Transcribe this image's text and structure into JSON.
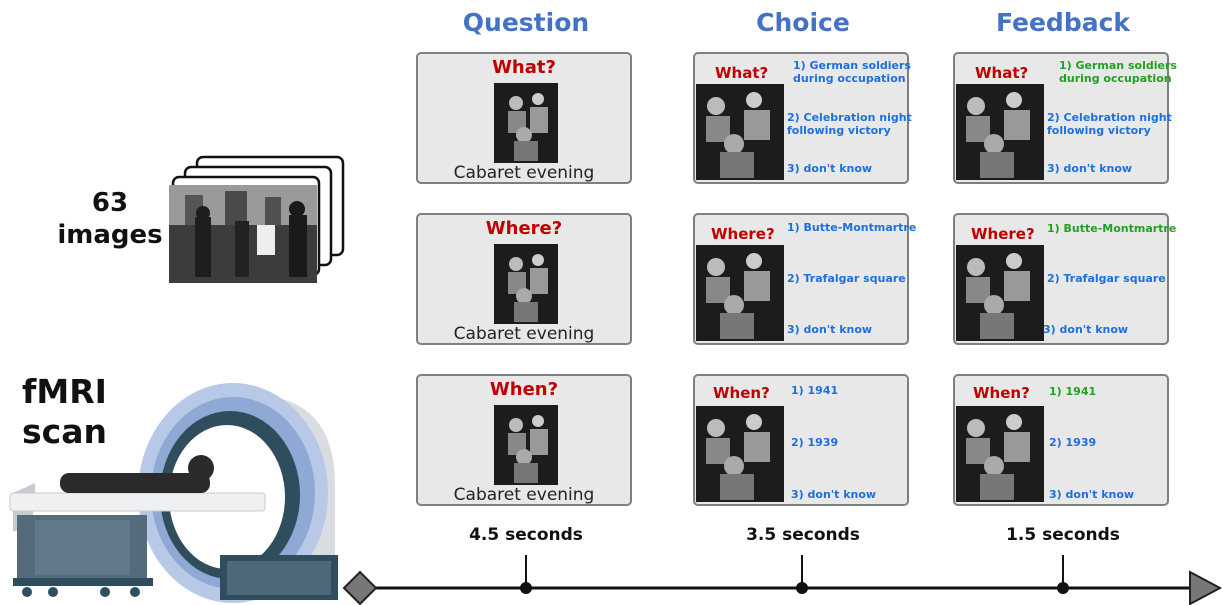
{
  "columns": {
    "question": "Question",
    "choice": "Choice",
    "feedback": "Feedback"
  },
  "left": {
    "images_count": "63",
    "images_word": "images",
    "fmri_line1": "fMRI",
    "fmri_line2": "scan"
  },
  "question_cards": [
    {
      "label": "What?",
      "caption": "Cabaret evening"
    },
    {
      "label": "Where?",
      "caption": "Cabaret evening"
    },
    {
      "label": "When?",
      "caption": "Cabaret evening"
    }
  ],
  "choice_cards": [
    {
      "label": "What?",
      "options": [
        "1) German soldiers",
        "during occupation",
        "2) Celebration night",
        "following victory",
        "3) don't know"
      ]
    },
    {
      "label": "Where?",
      "options": [
        "1) Butte-Montmartre",
        "2) Trafalgar square",
        "3) don't know"
      ]
    },
    {
      "label": "When?",
      "options": [
        "1) 1941",
        "2) 1939",
        "3) don't know"
      ]
    }
  ],
  "feedback_cards": [
    {
      "label": "What?",
      "options": [
        "1) German soldiers",
        "during occupation",
        "2) Celebration night",
        "following victory",
        "3) don't know"
      ]
    },
    {
      "label": "Where?",
      "options": [
        "1) Butte-Montmartre",
        "2) Trafalgar square",
        "3) don't know"
      ]
    },
    {
      "label": "When?",
      "options": [
        "1) 1941",
        "2) 1939",
        "3) don't know"
      ]
    }
  ],
  "durations": {
    "question": "4.5 seconds",
    "choice": "3.5 seconds",
    "feedback": "1.5 seconds"
  },
  "colors": {
    "title_blue": "#4472c4",
    "question_red": "#c00000",
    "option_blue": "#1f6fe0",
    "correct_green": "#22a022",
    "card_bg": "#e8e8e8",
    "card_border": "#7f7f7f"
  }
}
